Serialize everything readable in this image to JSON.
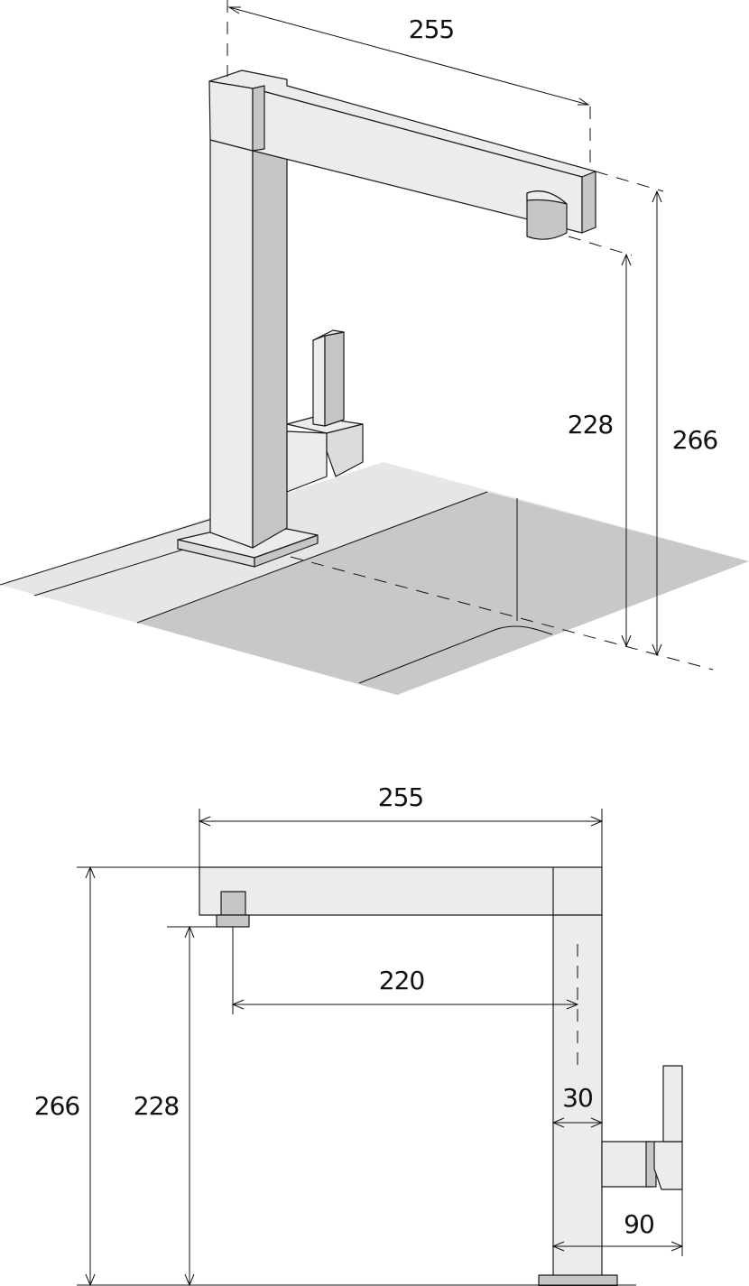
{
  "isometric_view": {
    "spout_reach_label": "255",
    "outlet_height_label": "228",
    "total_height_label": "266"
  },
  "side_view": {
    "spout_reach_label": "255",
    "aerator_offset_label": "220",
    "total_height_label": "266",
    "outlet_height_label": "228",
    "column_width_label": "30",
    "handle_depth_label": "90"
  },
  "colors": {
    "light_face": "#ececec",
    "mid_face": "#dcdcdc",
    "dark_face": "#c6c6c6",
    "worktop": "#e6e6e6",
    "sink": "#c8c8c8",
    "line": "#111111"
  }
}
